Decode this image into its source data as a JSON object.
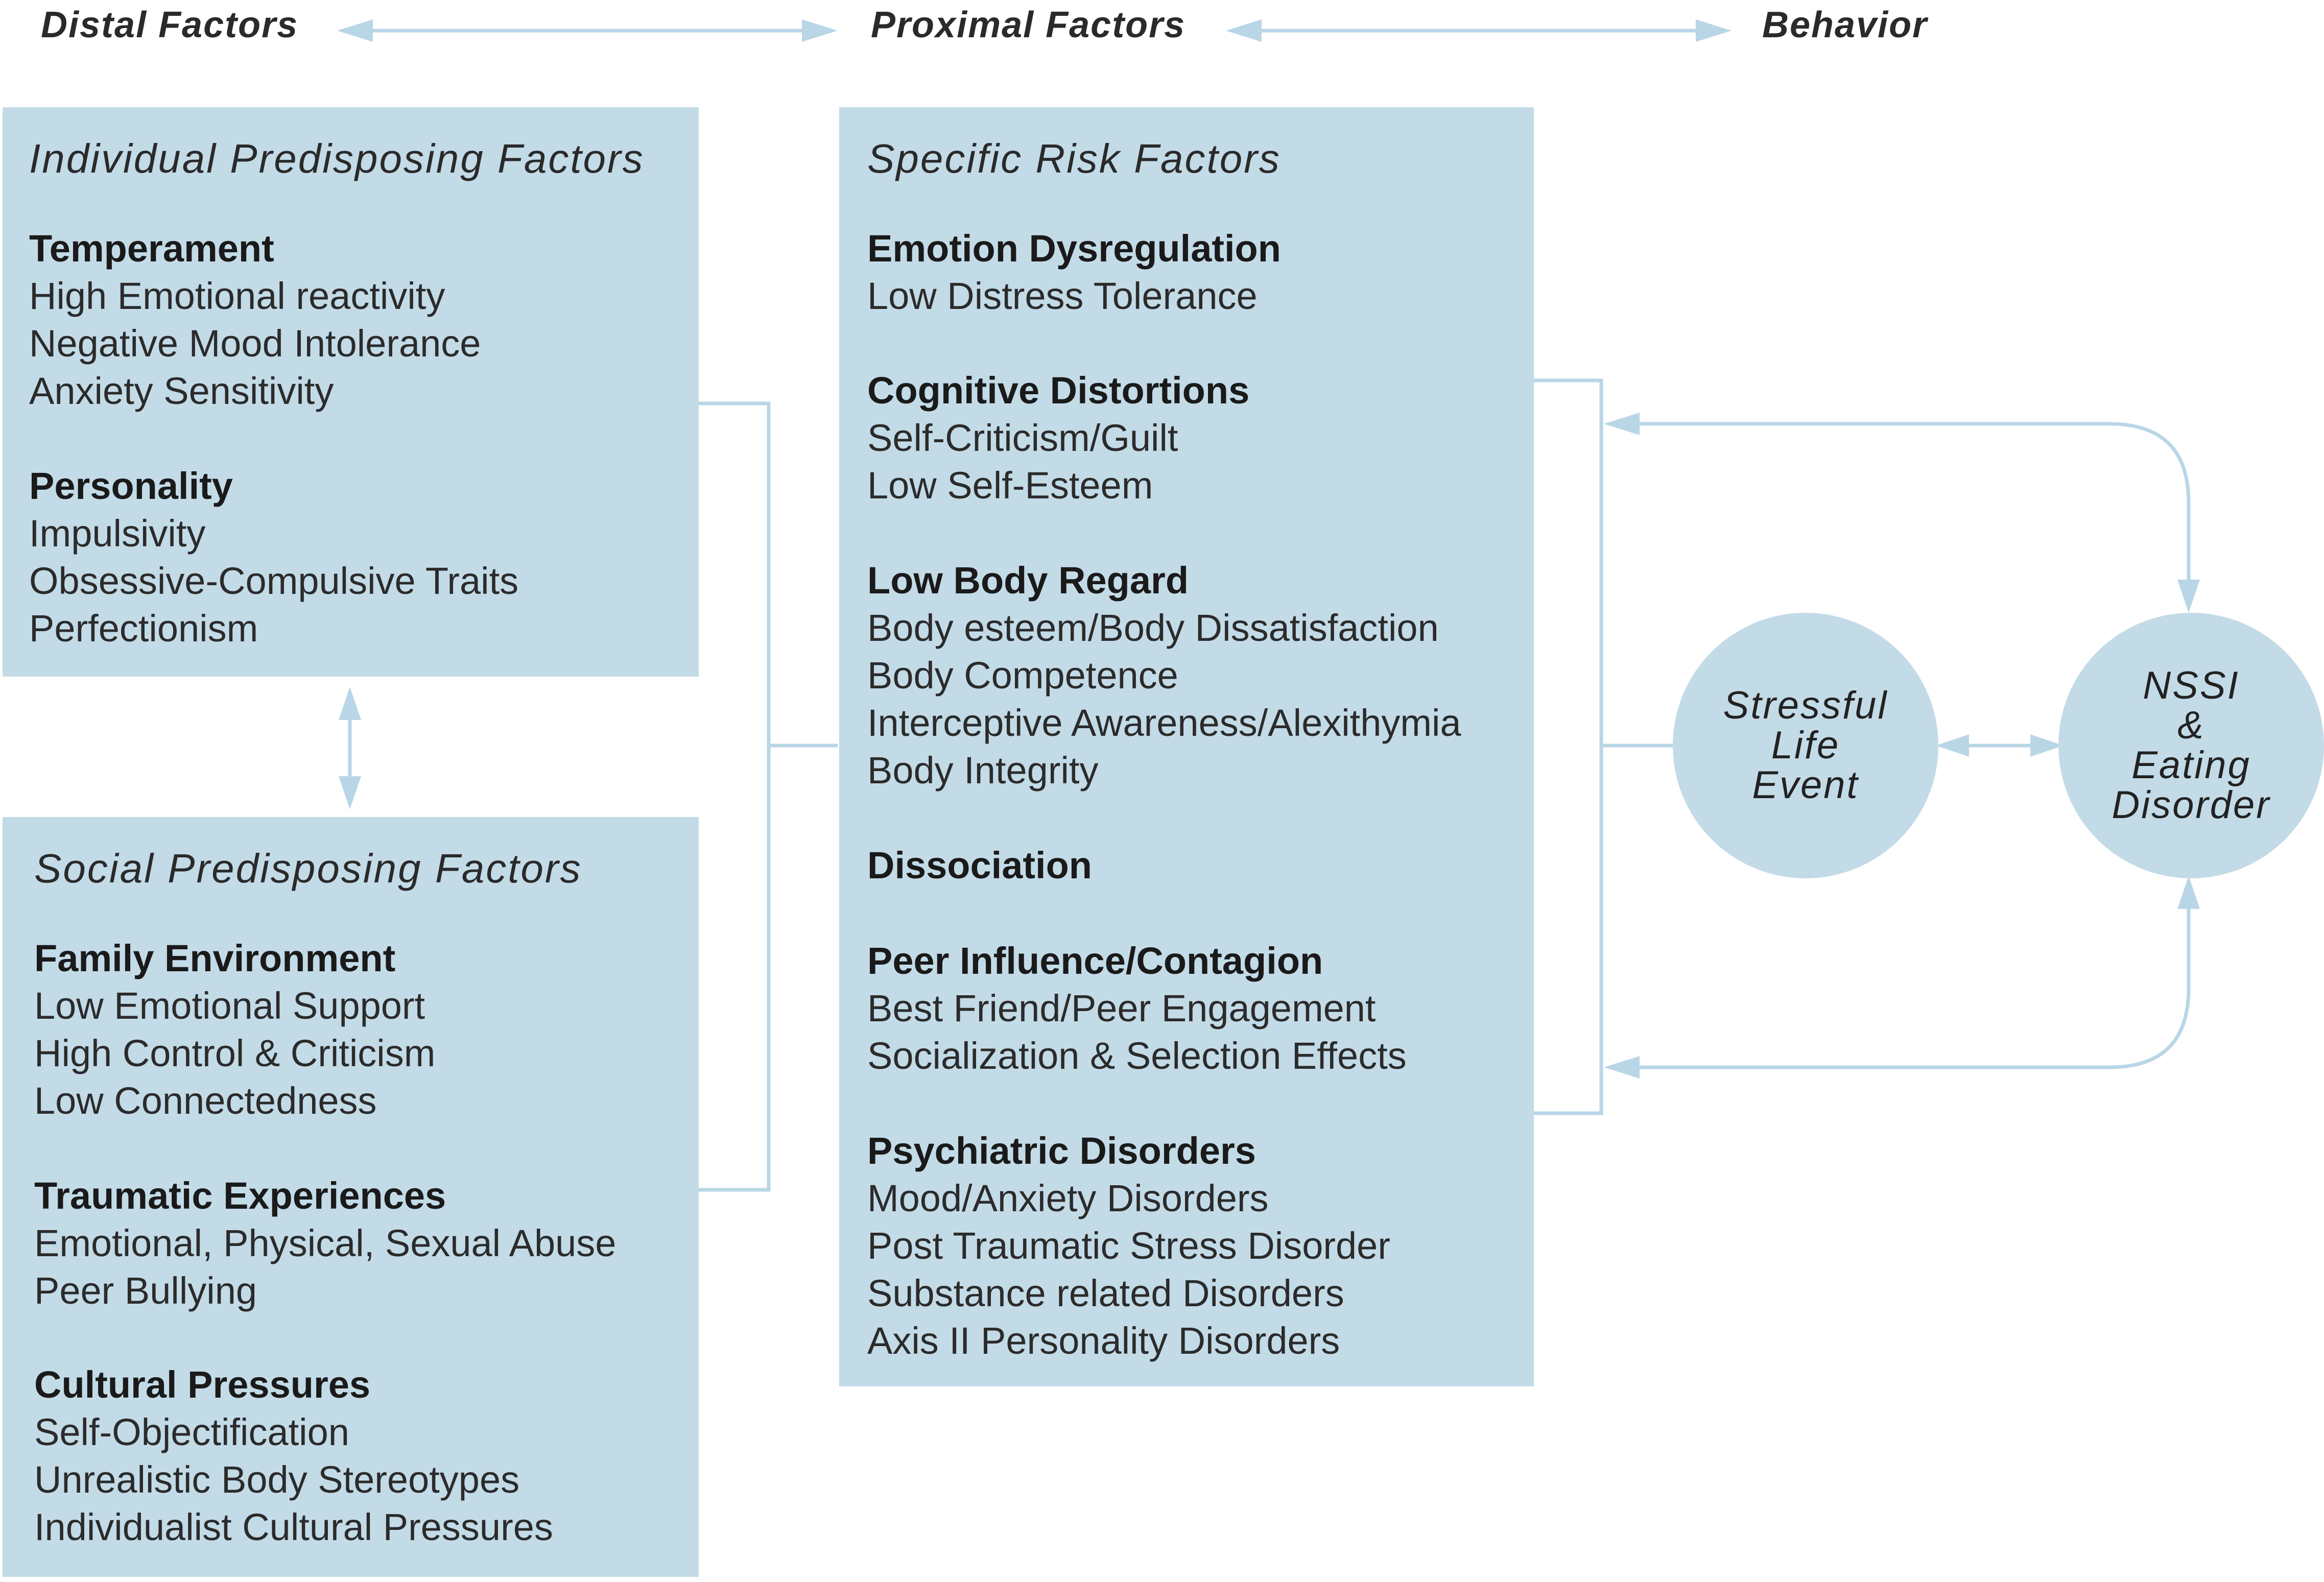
{
  "headers": {
    "distal": "Distal Factors",
    "proximal": "Proximal Factors",
    "behavior": "Behavior"
  },
  "individual": {
    "title": "Individual Predisposing Factors",
    "groups": [
      {
        "heading": "Temperament",
        "items": [
          "High Emotional reactivity",
          "Negative Mood Intolerance",
          "Anxiety Sensitivity"
        ]
      },
      {
        "heading": "Personality",
        "items": [
          "Impulsivity",
          "Obsessive-Compulsive Traits",
          "Perfectionism"
        ]
      }
    ]
  },
  "social": {
    "title": "Social Predisposing Factors",
    "groups": [
      {
        "heading": "Family Environment",
        "items": [
          "Low Emotional Support",
          "High Control & Criticism",
          "Low Connectedness"
        ]
      },
      {
        "heading": "Traumatic Experiences",
        "items": [
          "Emotional, Physical, Sexual Abuse",
          "Peer Bullying"
        ]
      },
      {
        "heading": "Cultural Pressures",
        "items": [
          "Self-Objectification",
          "Unrealistic Body Stereotypes",
          "Individualist Cultural Pressures"
        ]
      }
    ]
  },
  "specific": {
    "title": "Specific Risk Factors",
    "groups": [
      {
        "heading": "Emotion Dysregulation",
        "items": [
          "Low Distress Tolerance"
        ]
      },
      {
        "heading": "Cognitive Distortions",
        "items": [
          "Self-Criticism/Guilt",
          "Low Self-Esteem"
        ]
      },
      {
        "heading": "Low Body Regard",
        "items": [
          "Body esteem/Body Dissatisfaction",
          "Body Competence",
          "Interceptive Awareness/Alexithymia",
          "Body Integrity"
        ]
      },
      {
        "heading": "Dissociation",
        "items": []
      },
      {
        "heading": "Peer Influence/Contagion",
        "items": [
          "Best Friend/Peer Engagement",
          "Socialization & Selection Effects"
        ]
      },
      {
        "heading": "Psychiatric Disorders",
        "items": [
          "Mood/Anxiety Disorders",
          "Post Traumatic Stress Disorder",
          "Substance related Disorders",
          "Axis II Personality Disorders"
        ]
      }
    ]
  },
  "circles": {
    "stressful": "Stressful\nLife\nEvent",
    "nssi": "NSSI\n&\nEating\nDisorder"
  },
  "colors": {
    "box": "#c3dbe7",
    "line": "#b9d6e6",
    "text": "#1f1f1f"
  }
}
